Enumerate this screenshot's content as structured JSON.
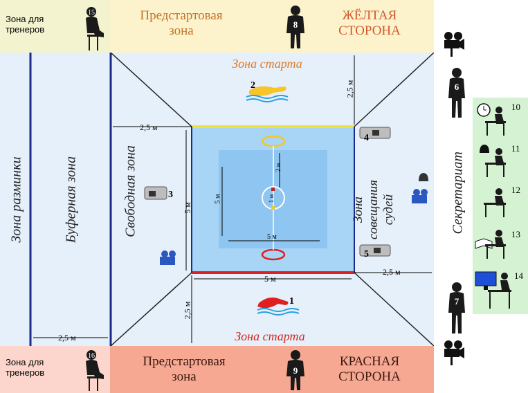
{
  "top": {
    "coach_label": "Зона для тренеров",
    "coach_number": "15",
    "prestart_label": "Предстартовая зона",
    "official_number": "8",
    "side_label": "ЖЁЛТАЯ СТОРОНА"
  },
  "bottom": {
    "coach_label": "Зона для тренеров",
    "coach_number": "16",
    "prestart_label": "Предстартовая зона",
    "official_number": "9",
    "side_label": "КРАСНАЯ СТОРОНА"
  },
  "field": {
    "start_zone_top": "Зона старта",
    "start_zone_bottom": "Зона старта",
    "warmup_zone": "Зона разминки",
    "buffer_zone": "Буферная зона",
    "free_zone": "Свободная зона",
    "judges_zone": "Зона совещания судей",
    "swimmer_top_number": "2",
    "swimmer_bottom_number": "1",
    "judge_left_number": "3",
    "judge_top_right_number": "4",
    "judge_bottom_right_number": "5",
    "official_right_top_number": "6",
    "official_right_bottom_number": "7"
  },
  "dimensions": {
    "left_margin": "2,5 м",
    "top_margin": "2,5 м",
    "bottom_margin": "2,5 м",
    "right_margin": "2,5 м",
    "buffer_width": "2,5 м",
    "pool_width": "5 м",
    "pool_height": "5 м",
    "inner_width": "5 м",
    "inner_height": "5 м",
    "lane_2m": "2 м",
    "lane_1m": "1 м"
  },
  "secretariat": {
    "label": "Секретариат",
    "items": [
      "10",
      "11",
      "12",
      "13",
      "14"
    ]
  }
}
